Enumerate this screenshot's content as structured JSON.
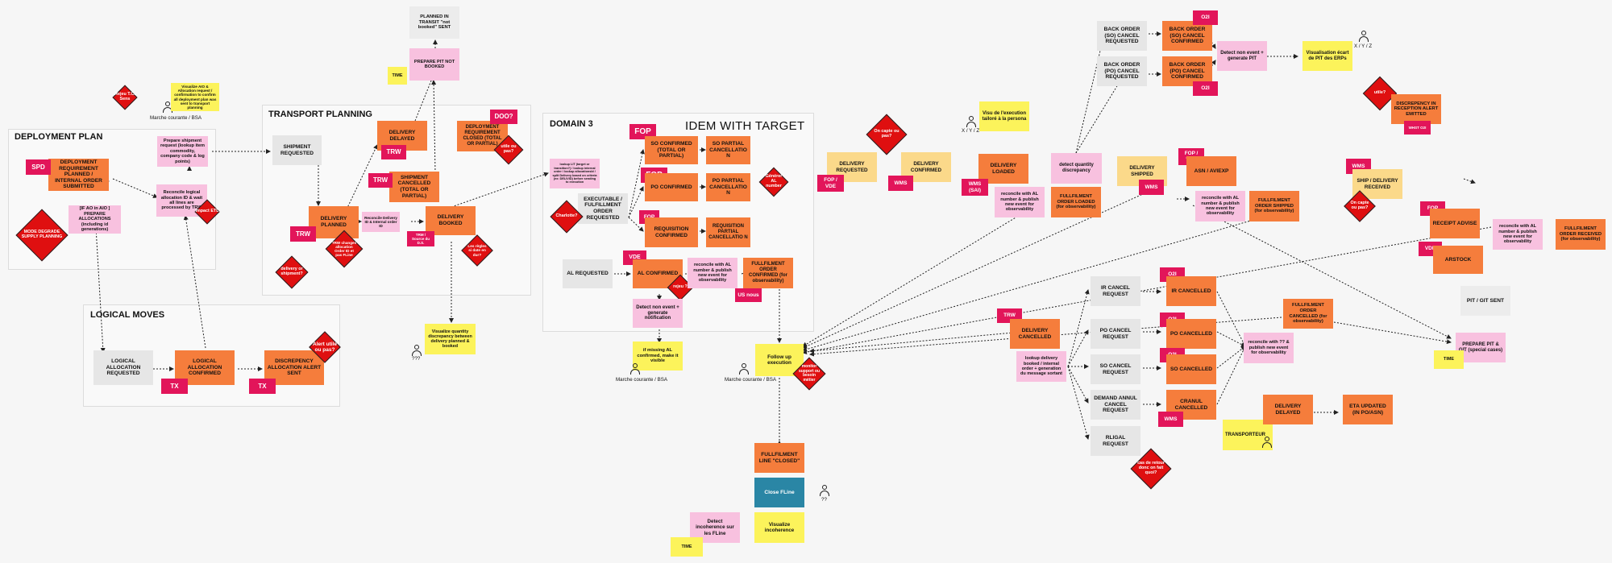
{
  "frames": {
    "deployment": "DEPLOYMENT PLAN",
    "transport": "TRANSPORT PLANNING",
    "logical": "LOGICAL MOVES",
    "domain3": "DOMAIN 3",
    "domain3_subtitle": "IDEM WITH TARGET"
  },
  "deployment": {
    "req_submitted": "DEPLOYMENT REQUIREMENT PLANNED / INTERNAL ORDER SUBMITTED",
    "spd_tag": "SPD",
    "mode_degrade": "MODE DEGRADE SUPPLY PLANNING",
    "if_ao": "[IF AO in AIO ] PREPARE ALLOCATIONS (including id generations)",
    "prepare_shipment": "Prepare shipment request (lookup item commodity, company code & log points)",
    "reconcile": "Reconcile logical allocation ID & wait all lines are processed by TRW",
    "impact_etl": "Impact ETL",
    "rejeu_tc": "Rejeu T.C. Sens",
    "visualize_aio": "Visualize AIO & Allocation request / confirmation to confirm all deployment plan was sent to transport planning",
    "marche_bsa": "Marche courante / BSA"
  },
  "logical": {
    "requested": "LOGICAL ALLOCATION REQUESTED",
    "confirmed": "LOGICAL ALLOCATION CONFIRMED",
    "alert": "DISCREPENCY ALLOCATION ALERT SENT",
    "tx1": "TX",
    "tx2": "TX",
    "alert_diamond": "Alert utile ou pas?"
  },
  "transport": {
    "shipment_requested": "SHIPMENT REQUESTED",
    "delivery_planned": "DELIVERY PLANNED",
    "trw1": "TRW",
    "trw_changes": "TRW changes allocation Order ID et pas FLine",
    "delivery_or_shipment": "delivery or shipment?",
    "delivery_delayed": "DELIVERY DELAYED",
    "trw2": "TRW",
    "shipment_cancelled": "SHIPMENT CANCELLED (TOTAL OR PARTIAL)",
    "trw3": "TRW",
    "reconcile_delivery": "Reconcile Delivery ID & Internal order ID",
    "delivery_booked": "DELIVERY BOOKED",
    "trm_source": "TRM / Source du D.S.",
    "regle_date": "Les règles si date en dur?",
    "prepare_pit": "PREPARE PIT NOT BOOKED",
    "time": "TIME",
    "planned_transit": "PLANNED IN TRANSIT \"not booked\" SENT",
    "deployment_closed": "DEPLOYMENT REQUIREMENT CLOSED (TOTAL OR PARTIAL)",
    "doo": "DOO?",
    "utile": "utile ou pas?",
    "visualize_qty": "Visualize quantity discrepancy between delivery planned & booked",
    "unknown_persona": "???"
  },
  "domain3": {
    "lookup": "lookup LIT (target or transition?) / lookup internal order / lookup allocationsId / split Delivery based on criteria (ex: DELIVID) before sending to execution",
    "executable": "EXECUTABLE / FULFILLMENT ORDER REQUESTED",
    "charlotte": "Charlotte?",
    "fop1": "FOP",
    "so_confirmed": "SO CONFIRMED (TOTAL OR PARTIAL)",
    "so_partial": "SO PARTIAL CANCELLATIO N",
    "fop2": "FOP",
    "po_confirmed": "PO CONFIRMED",
    "po_partial": "PO PARTIAL CANCELLATIO N",
    "generer": "Générer AL number",
    "fop3": "FOP",
    "req_confirmed": "REQUISITION CONFIRMED",
    "req_partial": "REQUISITION PARTIAL CANCELLATIO N",
    "al_requested": "AL REQUESTED",
    "vde": "VDE",
    "al_confirmed": "AL CONFIRMED",
    "rejeu": "rejeu ?",
    "reconcile_al": "reconcile with AL number & publish new event for observability",
    "fulfillment_confirmed": "FULLFILMENT ORDER CONFIRMED (for observability)",
    "us_nous": "US nous",
    "detect_event": "Detect non event + generate notification",
    "if_missing": "if missing AL confirmed, make it visible",
    "marche_bsa": "Marche courante / BSA"
  },
  "middle": {
    "delivery_requested": "DELIVERY REQUESTED",
    "fop_vde": "FOP / VDE",
    "on_capte": "On capte ou pas?",
    "delivery_confirmed": "DELIVERY CONFIRMED",
    "wms": "WMS",
    "follow_up": "Follow up execution",
    "monitor": "monitor support ou besoin métier",
    "marche_bsa": "Marche courante / BSA",
    "fline_closed": "FULLFILMENT LINE \"CLOSED\"",
    "close_fline": "Close FLine",
    "detect_incoherence": "Detect incoherence sur les FLine",
    "time": "TIME",
    "visualize_incoherence": "Visualize incoherence",
    "unknown": "??"
  },
  "right": {
    "vision": "Visu de l'execution tailoré à la persona",
    "xyz1": "X / Y / Z",
    "delivery_loaded": "DELIVERY LOADED",
    "wms_sai": "WMS (SAI)",
    "reconcile_loaded": "reconcile with AL number & publish new event for observability",
    "detect_qty": "detect quantity discrepancy",
    "fulfillment_loaded": "FULLFILMENT ORDER LOADED (for observability)",
    "back_so": "BACK ORDER (SO) CANCEL REQUESTED",
    "back_so_confirmed": "BACK ORDER (SO) CANCEL CONFIRMED",
    "o2i_1": "O2I",
    "back_po": "BACK ORDER (PO) CANCEL REQUESTED",
    "back_po_confirmed": "BACK ORDER (PO) CANCEL CONFIRMED",
    "o2i_2": "O2I",
    "detect_pit": "Detect non event + generate PIT",
    "visualisation_ecart": "Visualisation écart de PIT des ERPs",
    "xyz2": "X / Y / Z",
    "delivery_shipped": "DELIVERY SHIPPED",
    "wms2": "WMS",
    "fop_vde2": "FOP / VDE",
    "asn": "ASN / AVIEXP",
    "reconcile_shipped": "reconcile with AL number & publish new event for observability",
    "fulfillment_shipped": "FULLFILMENT ORDER SHIPPED (for observability)",
    "utile": "utile?",
    "discrepency_reception": "DISCREPENCY IN RECEPTION ALERT EMITTED",
    "whst": "WHST O2I",
    "wms3": "WMS",
    "ship_delivery": "SHIP / DELIVERY RECEIVED",
    "on_capte": "On capte ou pas?",
    "fop": "FOP",
    "receipt_advise": "RECEIPT ADVISE",
    "reconcile_received": "reconcile with AL number & publish new event for observability",
    "fulfillment_received": "FULLFILMENT ORDER RECEIVED (for observability)",
    "vde": "VDE",
    "arstock": "ARSTOCK",
    "pit_git": "PIT / GIT SENT",
    "prepare_pit_git": "PREPARE PIT & GIT (special cases)",
    "time": "TIME",
    "trw": "TRW",
    "delivery_cancelled": "DELIVERY CANCELLED",
    "lookup_delivery": "lookup delivery booked / internal order + generation du message sortant",
    "ir_cancel_req": "IR CANCEL REQUEST",
    "ir_cancelled": "IR CANCELLED",
    "o2i_3": "O2I",
    "po_cancel_req": "PO CANCEL REQUEST",
    "po_cancelled": "PO CANCELLED",
    "o2i_4": "O2I",
    "so_cancel_req": "SO CANCEL REQUEST",
    "so_cancelled": "SO CANCELLED",
    "o2i_5": "O2I",
    "demand_cancel": "DEMAND ANNUL CANCEL REQUEST",
    "cranul": "CRANUL CANCELLED",
    "wms4": "WMS",
    "rlgal": "RLIGAL REQUEST",
    "fulfillment_cancelled": "FULLFILMENT ORDER CANCELLED (for observability)",
    "reconcile_cancel": "reconcile with ?? & publish new event for observability",
    "cas_retour": "cas de retour donc on fait quoi?",
    "transporteur": "TRANSPORTEUR",
    "delivery_delayed": "DELIVERY DELAYED",
    "eta_updated": "ETA UPDATED (IN PO/ASN)"
  },
  "colors": {
    "orange": "#f57d3c",
    "grey": "#e6e6e6",
    "pink": "#f8c1df",
    "yellow": "#fcf35b",
    "peach": "#fbd98a",
    "teal": "#2a86a5",
    "tag": "#e2155a",
    "diamond": "#df0f10"
  }
}
